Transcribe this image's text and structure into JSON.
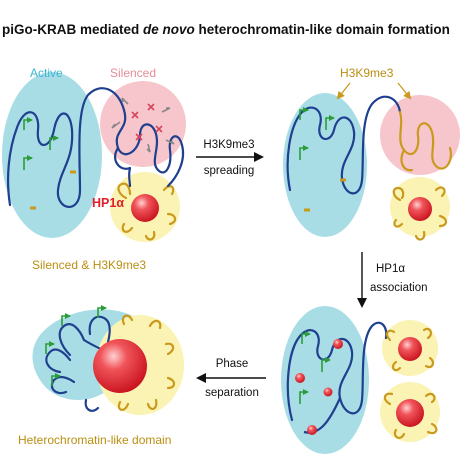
{
  "title": {
    "part1": "piGo-KRAB mediated ",
    "part2_italic": "de novo",
    "part3": " heterochromatin-like domain formation"
  },
  "labels": {
    "active": "Active",
    "silenced": "Silenced",
    "hp1a_top": "HP1α",
    "silenced_h3k9me3": "Silenced & H3K9me3",
    "h3k9me3_top": "H3K9me3",
    "arrow1_line1": "H3K9me3",
    "arrow1_line2": "spreading",
    "arrow2_line1": "HP1α",
    "arrow2_line2": "association",
    "arrow3_line1": "Phase",
    "arrow3_line2": "separation",
    "heterochromatin_domain": "Heterochromatin-like domain"
  },
  "colors": {
    "active_region": "#a9dde6",
    "silenced_region": "#f6c6cc",
    "hp1_region": "#fbf3b4",
    "chromatin": "#1f3f8f",
    "h3k9me3_mark": "#c99a1d",
    "hp1_sphere": "#e8343e",
    "active_mark": "#2a9d3a",
    "active_text": "#3fb5cf",
    "silenced_text": "#e58c98",
    "gold_text": "#b98e12",
    "hp1_text": "#e0202a"
  }
}
